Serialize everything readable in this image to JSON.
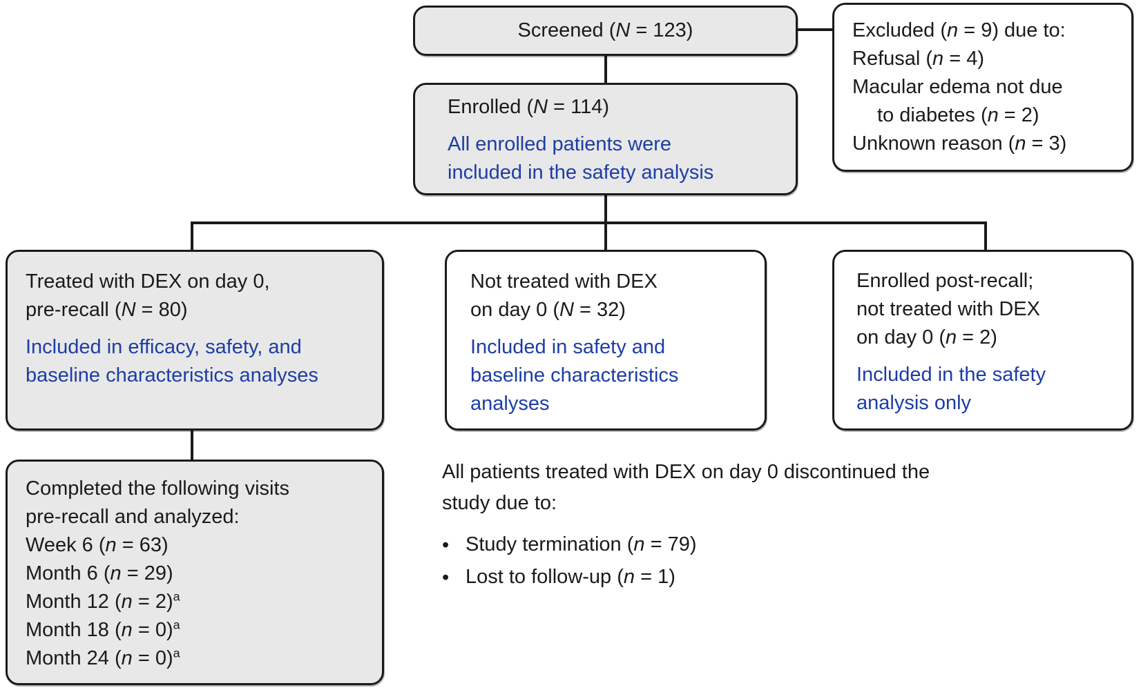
{
  "colors": {
    "accent_blue": "#1d3da6",
    "box_fill_gray": "#e8e8e8",
    "box_fill_white": "#ffffff",
    "line_black": "#1a1a1a"
  },
  "screened": {
    "label": "Screened (*N* = 123)"
  },
  "excluded": {
    "lines": [
      "Excluded (*n* = 9) due to:",
      "Refusal (*n* = 4)",
      "Macular edema not due",
      "to diabetes (*n* = 2)",
      "Unknown reason (*n* = 3)"
    ]
  },
  "enrolled": {
    "title": "Enrolled (*N* = 114)",
    "note_lines": [
      "All enrolled patients were",
      "included in the safety analysis"
    ]
  },
  "treated": {
    "title_lines": [
      "Treated with DEX on day 0,",
      "pre-recall (*N* = 80)"
    ],
    "note_lines": [
      "Included in efficacy, safety, and",
      "baseline characteristics analyses"
    ]
  },
  "not_treated": {
    "title_lines": [
      "Not treated with DEX",
      "on day 0 (*N* = 32)"
    ],
    "note_lines": [
      "Included in safety and",
      "baseline characteristics",
      "analyses"
    ]
  },
  "post_recall": {
    "title_lines": [
      "Enrolled post-recall;",
      "not treated with DEX",
      "on day 0 (*n* = 2)"
    ],
    "note_lines": [
      "Included in the safety",
      "analysis only"
    ]
  },
  "completed": {
    "lines": [
      "Completed the following visits",
      "pre-recall and analyzed:",
      "Week 6 (*n* = 63)",
      "Month 6 (*n* = 29)",
      "Month 12 (*n* = 2)^a",
      "Month 18 (*n* = 0)^a",
      "Month 24 (*n* = 0)^a"
    ]
  },
  "discontinued_note": {
    "lines": [
      "All patients treated with DEX on day 0 discontinued the",
      "study due to:"
    ],
    "bullet_glyph": "•",
    "bullets": [
      "Study termination (*n* = 79)",
      "Lost to follow-up (*n* = 1)"
    ]
  }
}
